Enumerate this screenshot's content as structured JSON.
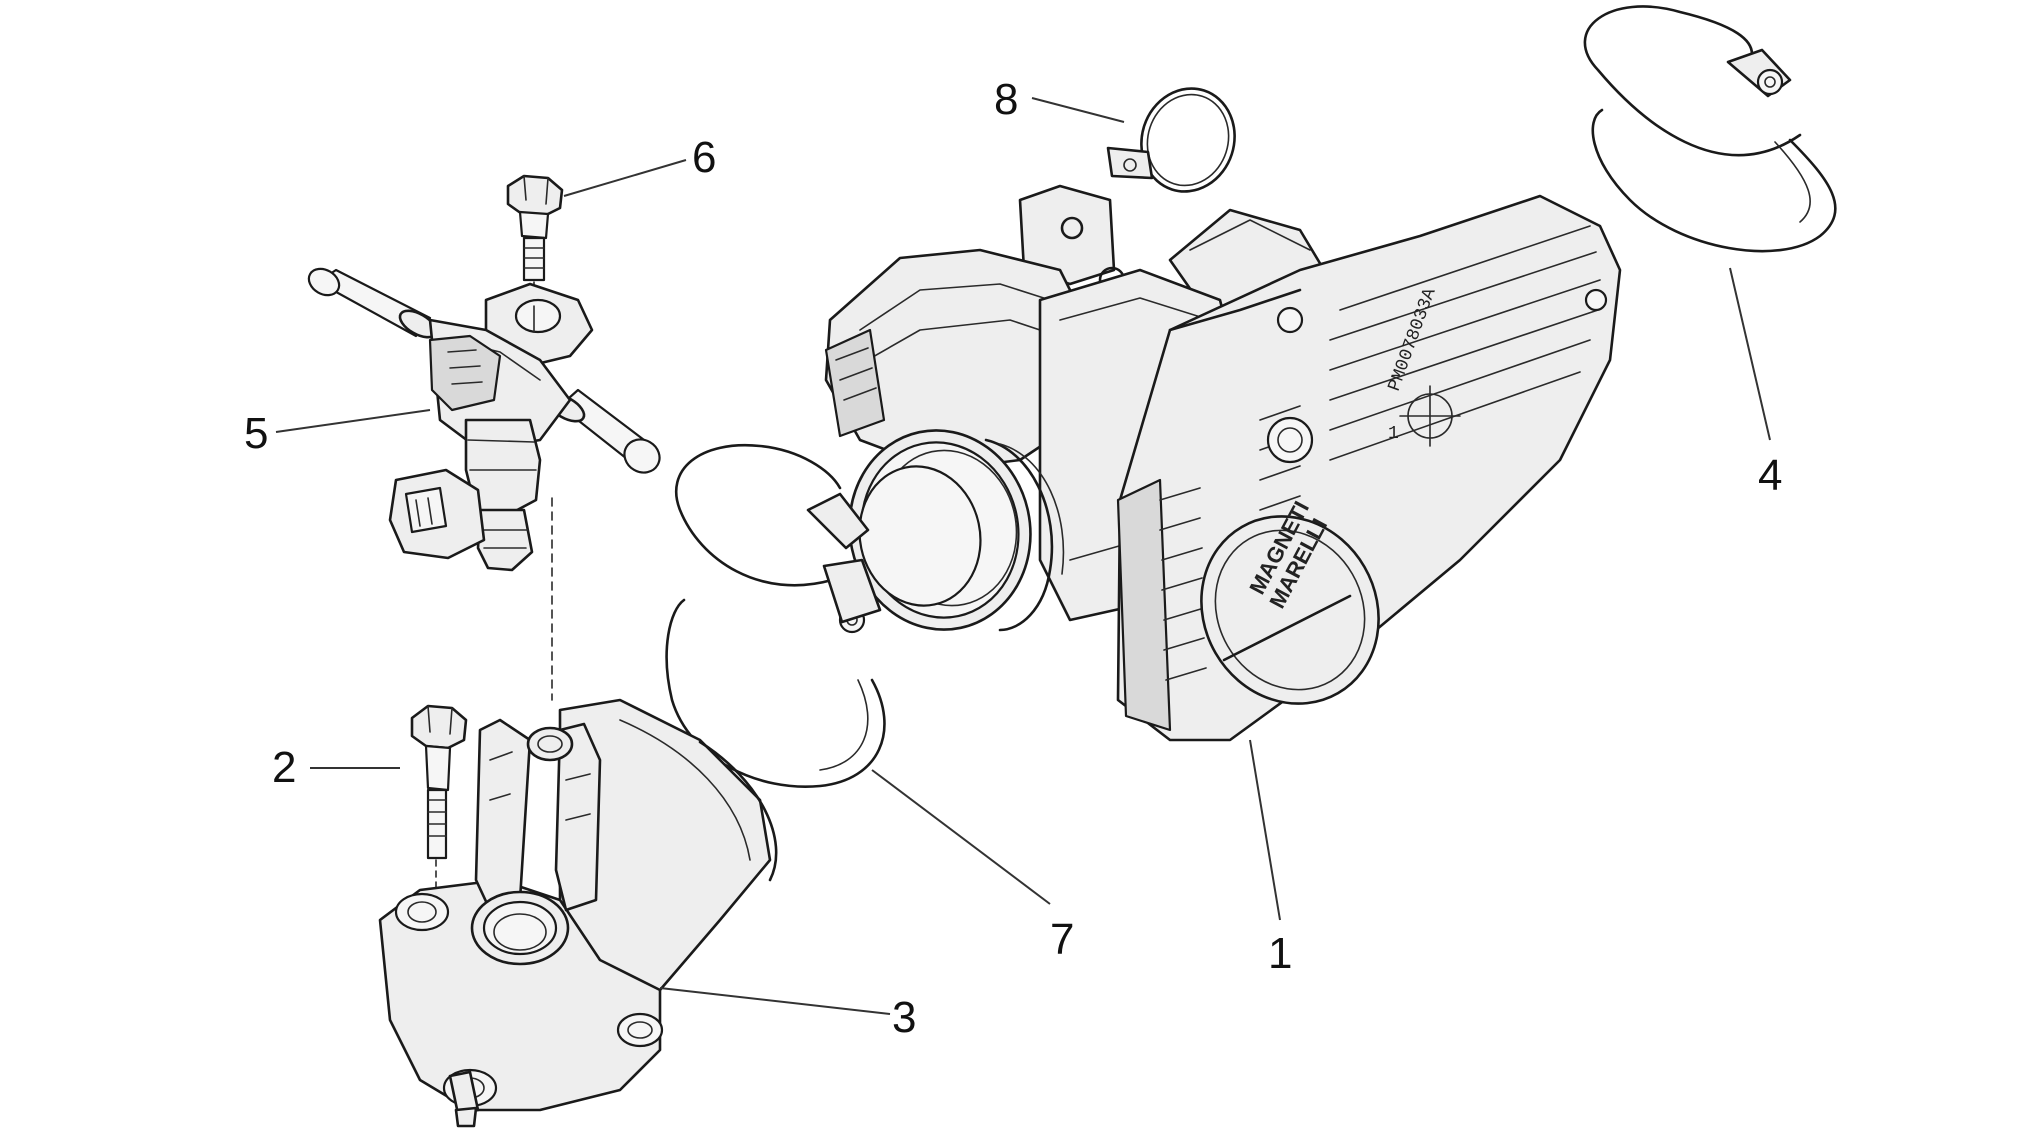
{
  "diagram": {
    "callouts": {
      "c1": "1",
      "c2": "2",
      "c3": "3",
      "c4": "4",
      "c5": "5",
      "c6": "6",
      "c7": "7",
      "c8": "8"
    },
    "logo_line1": "MAGNETI",
    "logo_line2": "MARELLI",
    "part_stamp": "PM0078033A",
    "stamp_small": "1"
  }
}
